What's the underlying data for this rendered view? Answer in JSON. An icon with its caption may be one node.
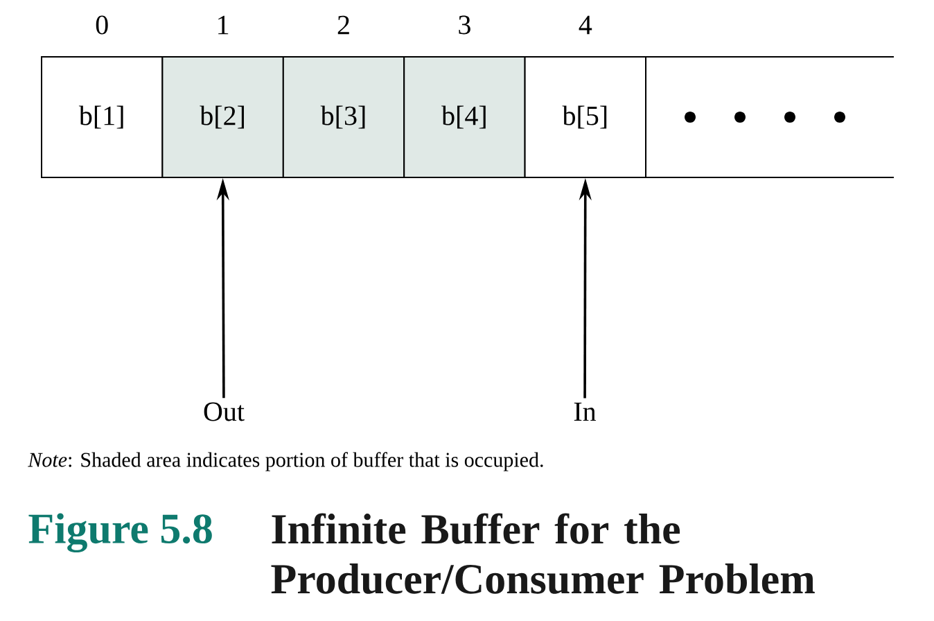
{
  "diagram": {
    "title": "Infinite Buffer for the Producer/Consumer Problem",
    "caption": "*Note*: Shaded area indicates portion of buffer that is occupied.",
    "nodes": [
      {
        "text": [
          "b[1]"
        ],
        "beside": [
          "0"
        ]
      },
      {
        "text": [
          "b[2]"
        ],
        "beside": [
          "1"
        ]
      },
      {
        "text": [
          "b[3]"
        ],
        "beside": [
          "2"
        ]
      },
      {
        "text": [
          "b[4]"
        ],
        "beside": [
          "3"
        ]
      },
      {
        "text": [
          "b[5]"
        ],
        "beside": [
          "4"
        ]
      },
      {
        "text": [],
        "shape": "box"
      },
      {
        "text": [
          "Out"
        ]
      },
      {
        "text": [
          "In"
        ]
      }
    ],
    "edges": [
      {
        "from": 6,
        "to": 1,
        "arrow": "to"
      },
      {
        "from": 7,
        "to": 4,
        "arrow": "to"
      }
    ],
    "labels": [
      "Figure 5.8"
    ]
  }
}
